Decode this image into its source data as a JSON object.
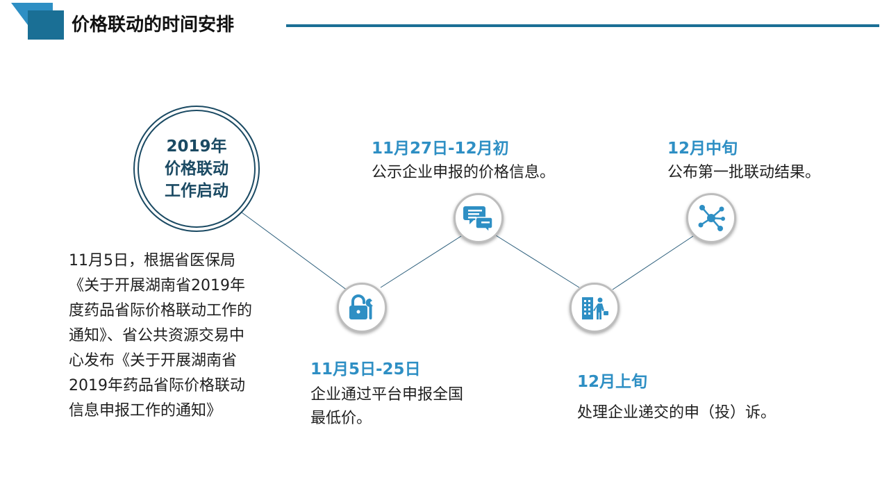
{
  "header": {
    "title": "价格联动的时间安排"
  },
  "colors": {
    "accent": "#1a6f95",
    "accent_light": "#2e8fc4",
    "circle_border": "#1b4a63",
    "connector": "#2d5f7c"
  },
  "start": {
    "lines": [
      "2019年",
      "价格联动",
      "工作启动"
    ],
    "description": [
      "11月5日，根据省医保局",
      "《关于开展湖南省2019年",
      "度药品省际价格联动工作的",
      "通知》、省公共资源交易中",
      "心发布《关于开展湖南省",
      "2019年药品省际价格联动",
      "信息申报工作的通知》"
    ]
  },
  "milestones": [
    {
      "icon": "unlock-wrench-icon",
      "date": "11月5日-25日",
      "text": [
        "企业通过平台申报全国",
        "最低价。"
      ]
    },
    {
      "icon": "chat-bubbles-icon",
      "date": "11月27日-12月初",
      "text": [
        "公示企业申报的价格信息。"
      ]
    },
    {
      "icon": "building-person-icon",
      "date": "12月上旬",
      "text": [
        "处理企业递交的申（投）诉。"
      ]
    },
    {
      "icon": "network-nodes-icon",
      "date": "12月中旬",
      "text": [
        "公布第一批联动结果。"
      ]
    }
  ]
}
